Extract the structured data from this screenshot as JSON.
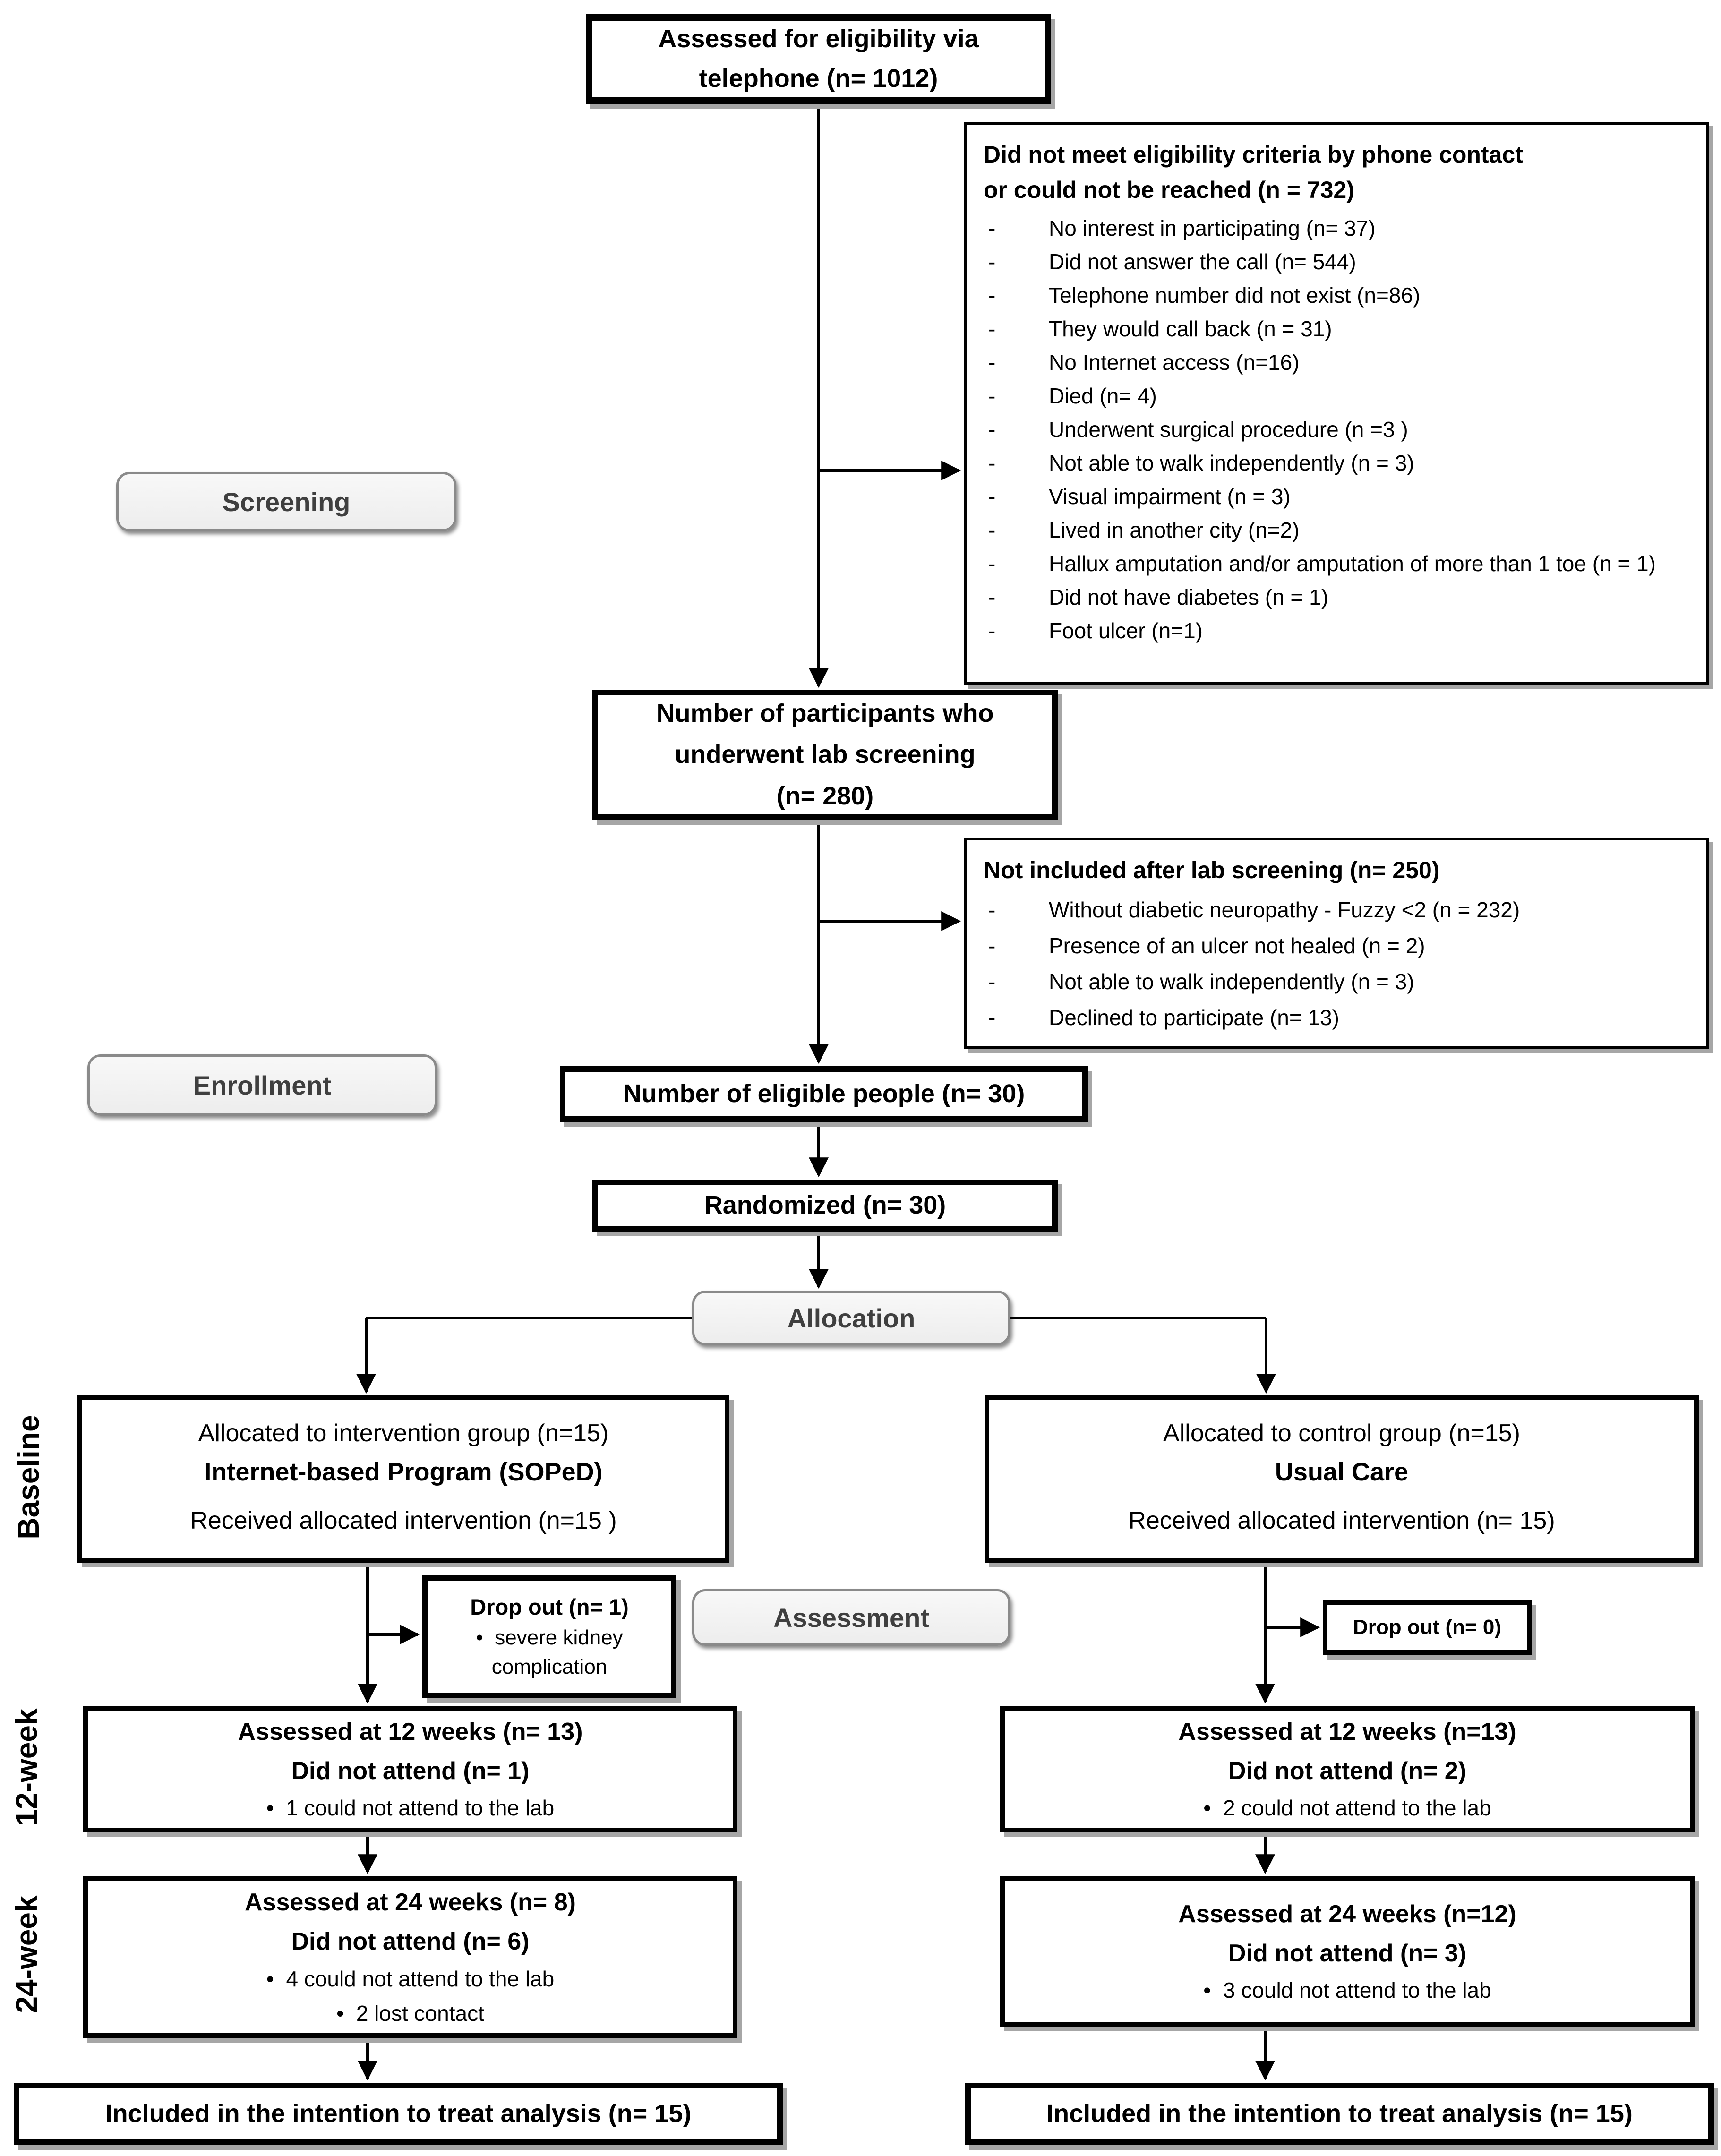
{
  "figure": {
    "top_box": {
      "line1": "Assessed for eligibility via",
      "line2": "telephone (n= 1012)"
    },
    "phone_exclusions": {
      "title_line1": "Did not meet eligibility criteria by phone contact",
      "title_line2": "or could not be reached (n = 732)",
      "items": [
        "No interest in participating (n= 37)",
        "Did not answer the call (n= 544)",
        "Telephone number did not exist (n=86)",
        "They would call back (n =  31)",
        "No Internet access  (n=16)",
        "Died (n= 4)",
        "Underwent surgical procedure (n =3 )",
        "Not able to walk independently (n = 3)",
        "Visual impairment (n = 3)",
        "Lived in another city (n=2)",
        "Hallux amputation and/or amputation of more than 1 toe (n = 1)",
        "Did not have diabetes (n = 1)",
        "Foot ulcer (n=1)"
      ]
    },
    "stage_labels": {
      "screening": "Screening",
      "enrollment": "Enrollment",
      "allocation": "Allocation",
      "assessment": "Assessment"
    },
    "side_labels": {
      "baseline": "Baseline",
      "week12": "12-week",
      "week24": "24-week"
    },
    "lab_box": {
      "line1": "Number of participants who",
      "line2": "underwent lab screening",
      "line3": "(n= 280)"
    },
    "lab_exclusions": {
      "title": "Not included after lab screening (n= 250)",
      "items": [
        "Without diabetic neuropathy - Fuzzy <2 (n = 232)",
        "Presence of an ulcer not healed (n = 2)",
        "Not able to walk independently (n = 3)",
        "Declined to participate (n= 13)"
      ]
    },
    "eligible_box": "Number of eligible people (n= 30)",
    "randomized_box": "Randomized (n= 30)",
    "intervention": {
      "alloc_line1": "Allocated to intervention group (n=15)",
      "alloc_line2": "Internet-based Program (SOPeD)",
      "received": "Received allocated intervention (n=15 )",
      "dropout_title": "Drop out (n= 1)",
      "dropout_item": "severe kidney complication",
      "wk12_line1": "Assessed  at 12 weeks (n= 13)",
      "wk12_line2": "Did not attend (n= 1)",
      "wk12_bullet": "1 could not attend to the lab",
      "wk24_line1": "Assessed  at 24 weeks (n= 8)",
      "wk24_line2": "Did not attend (n= 6)",
      "wk24_bullet1": "4 could not attend to the lab",
      "wk24_bullet2": "2 lost contact",
      "itt": "Included in the intention to treat analysis (n= 15)"
    },
    "control": {
      "alloc_line1": "Allocated to control group (n=15)",
      "alloc_line2": "Usual Care",
      "received": "Received allocated intervention  (n= 15)",
      "dropout_title": "Drop out (n= 0)",
      "wk12_line1": "Assessed at 12 weeks (n=13)",
      "wk12_line2": "Did not attend (n= 2)",
      "wk12_bullet": "2 could not attend to the lab",
      "wk24_line1": "Assessed at 24 weeks (n=12)",
      "wk24_line2": "Did not attend (n= 3)",
      "wk24_bullet": "3 could not attend to the lab",
      "itt": "Included in the intention to treat analysis (n= 15)"
    }
  }
}
